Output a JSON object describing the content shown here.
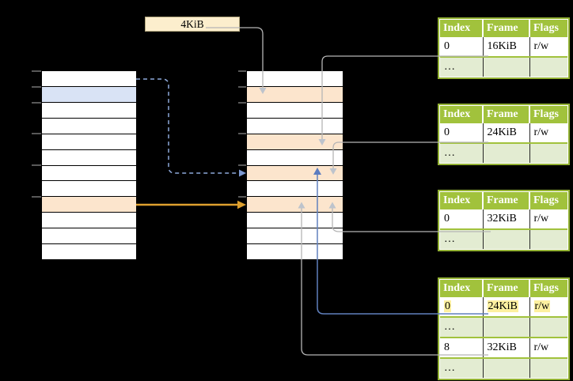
{
  "page_size_label": "4KiB",
  "virtual_memory_column": {
    "row_count": 12,
    "mapped_page_row": 1,
    "mapped_page_row_color": "#d9e3f5",
    "active_page_row": 9,
    "active_page_row_color": "#fce5cd",
    "address_tick_boundaries": [
      0,
      1,
      2,
      4,
      6,
      8
    ]
  },
  "physical_memory_column": {
    "row_count": 12,
    "frame_rows": [
      2,
      5,
      7,
      9
    ],
    "frame_row_color": "#fce5cd",
    "address_tick_boundaries": [
      0,
      1,
      2,
      4,
      6,
      8
    ]
  },
  "ellipsis": "…",
  "page_tables": [
    {
      "headers": [
        "Index",
        "Frame",
        "Flags"
      ],
      "rows": [
        [
          "0",
          "16KiB",
          "r/w"
        ],
        [
          "…",
          "",
          ""
        ]
      ]
    },
    {
      "headers": [
        "Index",
        "Frame",
        "Flags"
      ],
      "rows": [
        [
          "0",
          "24KiB",
          "r/w"
        ],
        [
          "…",
          "",
          ""
        ]
      ]
    },
    {
      "headers": [
        "Index",
        "Frame",
        "Flags"
      ],
      "rows": [
        [
          "0",
          "32KiB",
          "r/w"
        ],
        [
          "…",
          "",
          ""
        ]
      ]
    },
    {
      "headers": [
        "Index",
        "Frame",
        "Flags"
      ],
      "rows": [
        [
          "0",
          "24KiB",
          "r/w"
        ],
        [
          "…",
          "",
          ""
        ],
        [
          "8",
          "32KiB",
          "r/w"
        ],
        [
          "…",
          "",
          ""
        ]
      ],
      "highlighted_row": 0,
      "highlight_color": "#fdf0a0"
    }
  ],
  "colors": {
    "table_header_green": "#a1c23c",
    "table_border_green": "#93b233",
    "table_alt_row_green": "#e3ecd2",
    "frame_orange": "#fce5cd",
    "page_blue": "#d9e3f5",
    "label_cream": "#fceecd",
    "highlight_yellow": "#fdf0a0",
    "arrow_gold": "#dfa02e",
    "arrow_blue_solid": "#5b7cc0",
    "arrow_blue_dashed": "#8ea9da",
    "connector_gray": "#b5b5b5",
    "tick_gray": "#7f7f7f",
    "background": "#000000"
  }
}
